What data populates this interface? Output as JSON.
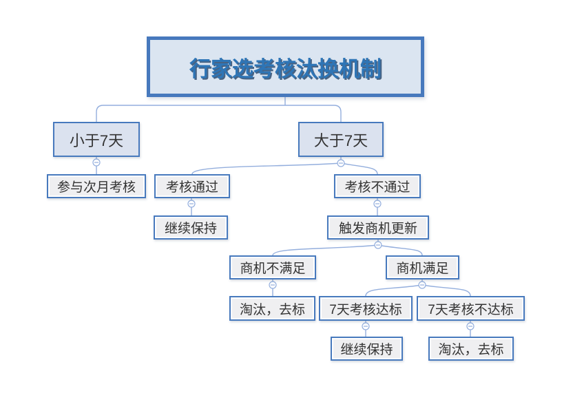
{
  "diagram": {
    "type": "mind-map-tree",
    "orientation": "top-down"
  },
  "colors": {
    "node_border": "#4779bd",
    "root_fill": "#dbe5f1",
    "branch_fill": "#dbe2ef",
    "leaf_fill": "#efeff1",
    "connector": "#93aedd",
    "title_text": "#2e75b6",
    "title_shadow": "#17375e",
    "body_text": "#333333",
    "background": "#ffffff"
  },
  "nodes": [
    {
      "id": "root",
      "label": "行家选考核汰换机制",
      "level": 0
    },
    {
      "id": "lt-7-days",
      "label": "小于7天",
      "level": 1
    },
    {
      "id": "gt-7-days",
      "label": "大于7天",
      "level": 1
    },
    {
      "id": "join-next-month-assessment",
      "label": "参与次月考核",
      "level": 2
    },
    {
      "id": "assessment-passed",
      "label": "考核通过",
      "level": 2
    },
    {
      "id": "assessment-failed",
      "label": "考核不通过",
      "level": 2
    },
    {
      "id": "keep-status",
      "label": "继续保持",
      "level": 3
    },
    {
      "id": "trigger-opportunity-update",
      "label": "触发商机更新",
      "level": 3
    },
    {
      "id": "opportunity-not-met",
      "label": "商机不满足",
      "level": 4
    },
    {
      "id": "opportunity-met",
      "label": "商机满足",
      "level": 4
    },
    {
      "id": "eliminate-remove-label",
      "label": "淘汰，去标",
      "level": 5
    },
    {
      "id": "7day-assessment-met",
      "label": "7天考核达标",
      "level": 5
    },
    {
      "id": "7day-assessment-not-met",
      "label": "7天考核不达标",
      "level": 5
    },
    {
      "id": "keep-status-2",
      "label": "继续保持",
      "level": 6
    },
    {
      "id": "eliminate-remove-label-2",
      "label": "淘汰，去标",
      "level": 6
    }
  ],
  "hierarchy": {
    "行家选考核汰换机制": {
      "小于7天": {
        "参与次月考核": {}
      },
      "大于7天": {
        "考核通过": {
          "继续保持": {}
        },
        "考核不通过": {
          "触发商机更新": {
            "商机不满足": {
              "淘汰，去标": {}
            },
            "商机满足": {
              "7天考核达标": {
                "继续保持": {}
              },
              "7天考核不达标": {
                "淘汰，去标": {}
              }
            }
          }
        }
      }
    }
  },
  "collapse_icon": {
    "glyph": "−",
    "state": "expanded"
  }
}
